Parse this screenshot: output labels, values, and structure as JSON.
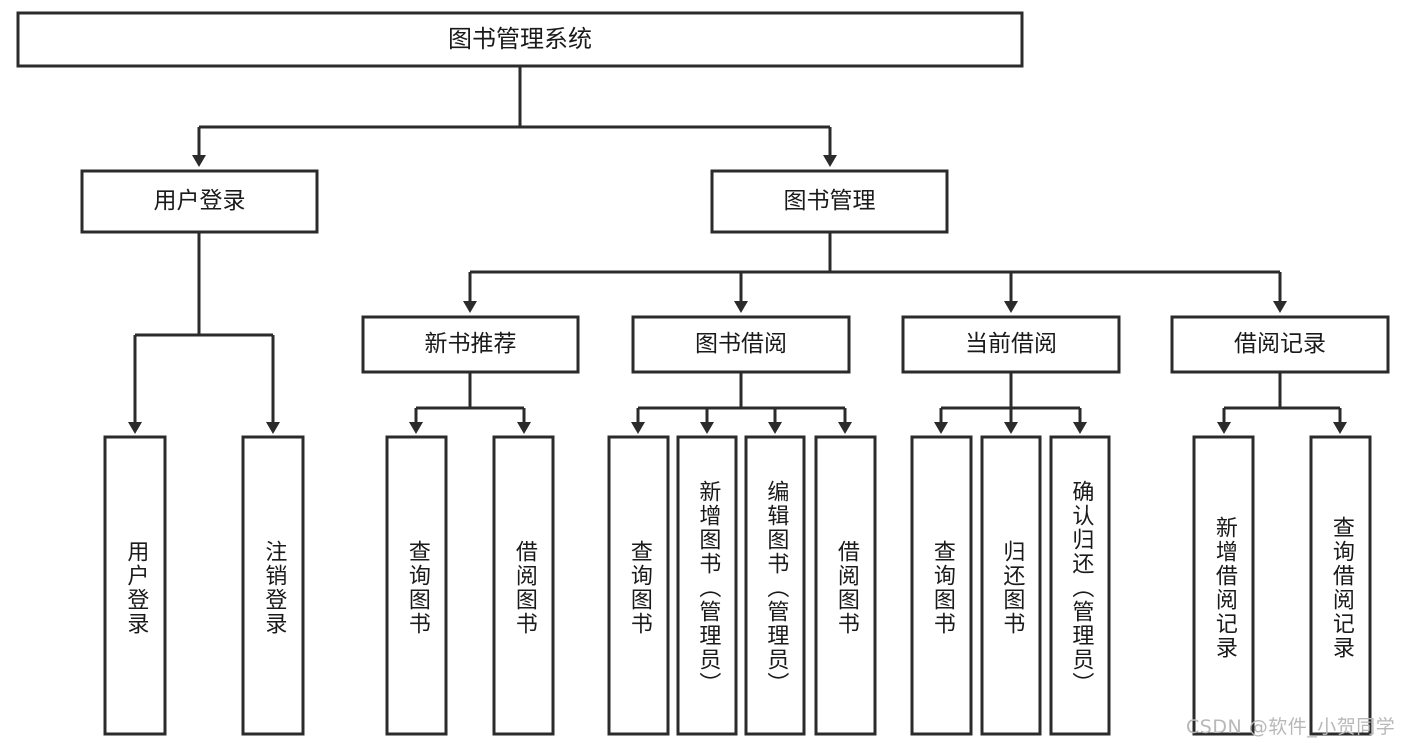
{
  "diagram": {
    "title": "图书管理系统",
    "type": "hierarchy-tree",
    "watermark": "CSDN @软件_小贺同学",
    "colors": {
      "box_stroke": "#2b2b2b",
      "box_fill": "#ffffff",
      "text": "#1a1a1a",
      "watermark": "#b8b8b8",
      "background": "#ffffff"
    },
    "levels": {
      "level1": [
        {
          "id": "root",
          "label": "图书管理系统"
        }
      ],
      "level2": [
        {
          "id": "user-login",
          "label": "用户登录",
          "parent": "root"
        },
        {
          "id": "book-manage",
          "label": "图书管理",
          "parent": "root"
        }
      ],
      "level3": [
        {
          "id": "new-book-recommend",
          "label": "新书推荐",
          "parent": "book-manage"
        },
        {
          "id": "book-borrow",
          "label": "图书借阅",
          "parent": "book-manage"
        },
        {
          "id": "current-borrow",
          "label": "当前借阅",
          "parent": "book-manage"
        },
        {
          "id": "borrow-record",
          "label": "借阅记录",
          "parent": "book-manage"
        }
      ],
      "leaves": [
        {
          "id": "leaf-user-login",
          "label": "用户登录",
          "parent": "user-login"
        },
        {
          "id": "leaf-logout-login",
          "label": "注销登录",
          "parent": "user-login"
        },
        {
          "id": "leaf-query-book-1",
          "label": "查询图书",
          "parent": "new-book-recommend"
        },
        {
          "id": "leaf-borrow-book-1",
          "label": "借阅图书",
          "parent": "new-book-recommend"
        },
        {
          "id": "leaf-query-book-2",
          "label": "查询图书",
          "parent": "book-borrow"
        },
        {
          "id": "leaf-add-book-admin",
          "label": "新增图书（管理员）",
          "parent": "book-borrow"
        },
        {
          "id": "leaf-edit-book-admin",
          "label": "编辑图书（管理员）",
          "parent": "book-borrow"
        },
        {
          "id": "leaf-borrow-book-2",
          "label": "借阅图书",
          "parent": "book-borrow"
        },
        {
          "id": "leaf-query-book-3",
          "label": "查询图书",
          "parent": "current-borrow"
        },
        {
          "id": "leaf-return-book",
          "label": "归还图书",
          "parent": "current-borrow"
        },
        {
          "id": "leaf-confirm-return-admin",
          "label": "确认归还（管理员）",
          "parent": "current-borrow"
        },
        {
          "id": "leaf-add-borrow-record",
          "label": "新增借阅记录",
          "parent": "borrow-record"
        },
        {
          "id": "leaf-query-borrow-record",
          "label": "查询借阅记录",
          "parent": "borrow-record"
        }
      ]
    }
  }
}
